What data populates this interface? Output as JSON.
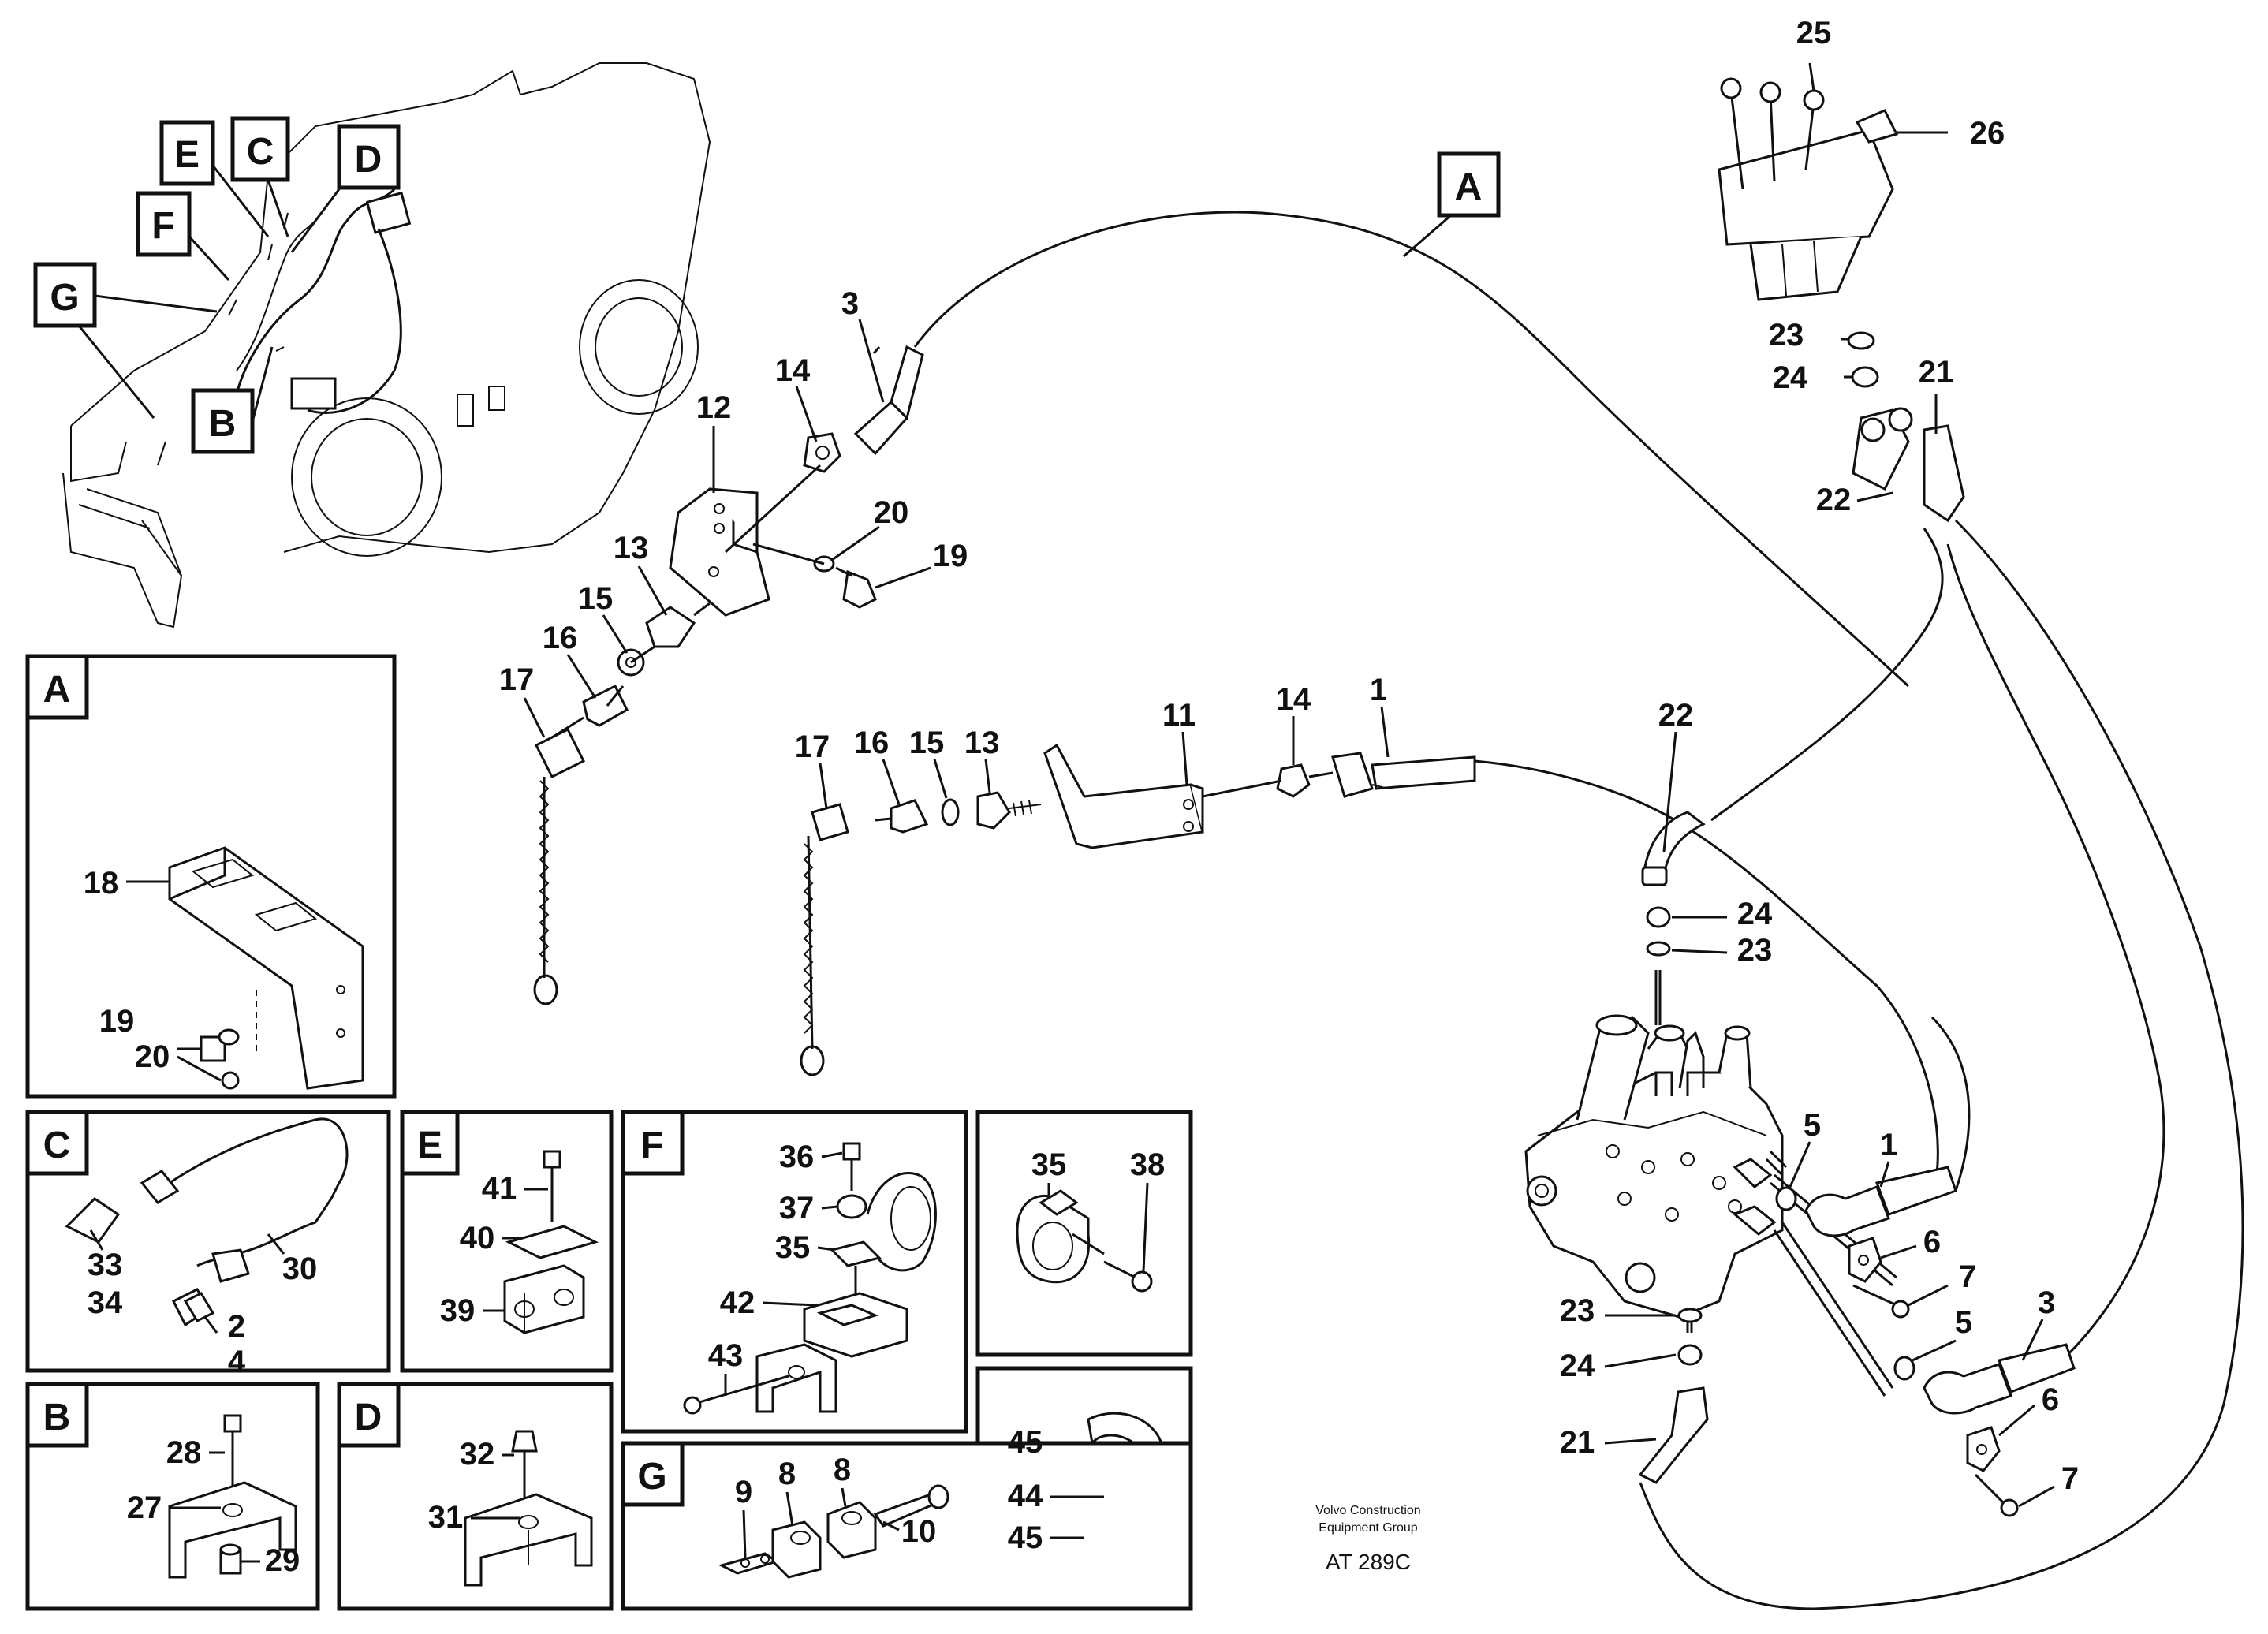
{
  "callouts": {
    "c1a": "1",
    "c1b": "1",
    "c2": "2",
    "c3a": "3",
    "c3b": "3",
    "c4": "4",
    "c5a": "5",
    "c5b": "5",
    "c6a": "6",
    "c6b": "6",
    "c7a": "7",
    "c7b": "7",
    "c8a": "8",
    "c8b": "8",
    "c9": "9",
    "c10": "10",
    "c11": "11",
    "c12": "12",
    "c13a": "13",
    "c13b": "13",
    "c14a": "14",
    "c14b": "14",
    "c15a": "15",
    "c15b": "15",
    "c16a": "16",
    "c16b": "16",
    "c17a": "17",
    "c17b": "17",
    "c18": "18",
    "c19a": "19",
    "c19b": "19",
    "c20a": "20",
    "c20b": "20",
    "c21a": "21",
    "c21b": "21",
    "c22a": "22",
    "c22b": "22",
    "c23a": "23",
    "c23b": "23",
    "c23c": "23",
    "c24a": "24",
    "c24b": "24",
    "c24c": "24",
    "c25": "25",
    "c26": "26",
    "c27": "27",
    "c28": "28",
    "c29": "29",
    "c30": "30",
    "c31": "31",
    "c32": "32",
    "c33": "33",
    "c34": "34",
    "c35a": "35",
    "c35b": "35",
    "c36": "36",
    "c37": "37",
    "c38": "38",
    "c39": "39",
    "c40": "40",
    "c41": "41",
    "c42": "42",
    "c43": "43",
    "c44": "44",
    "c45a": "45",
    "c45b": "45"
  },
  "location_labels": {
    "A": "A",
    "B": "B",
    "C": "C",
    "D": "D",
    "E": "E",
    "F": "F",
    "G": "G"
  },
  "detail_boxes": {
    "A": "A",
    "B": "B",
    "C": "C",
    "D": "D",
    "E": "E",
    "F": "F",
    "G": "G"
  },
  "footer": {
    "company_line1": "Volvo Construction",
    "company_line2": "Equipment Group",
    "drawing_id": "AT 289C"
  }
}
